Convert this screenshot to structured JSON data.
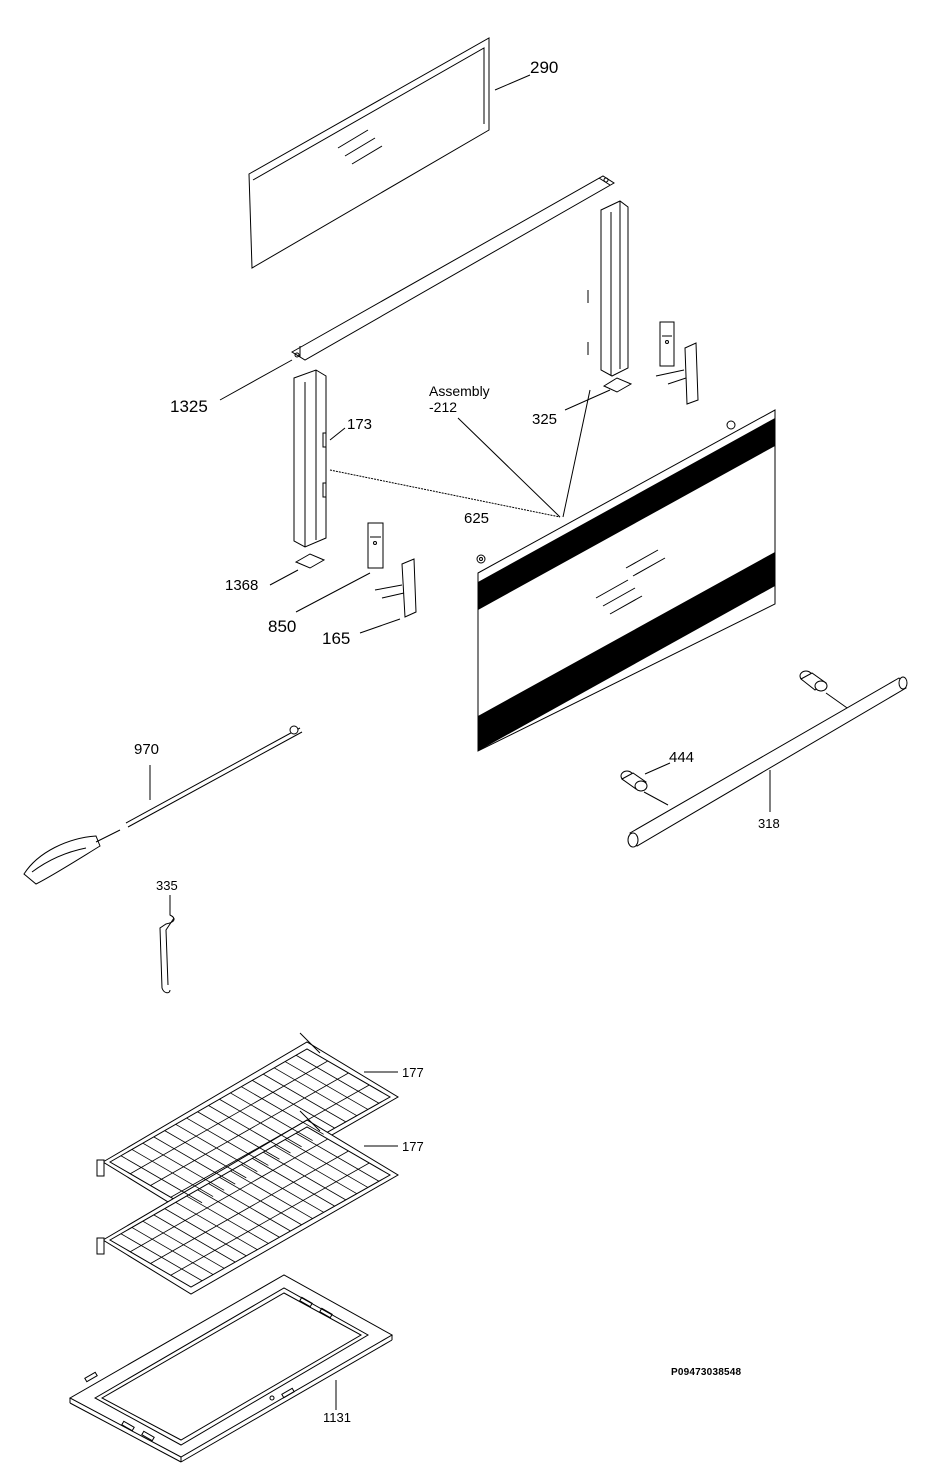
{
  "labels": {
    "p290": "290",
    "p1325": "1325",
    "p173": "173",
    "p1368": "1368",
    "p850": "850",
    "p165": "165",
    "p325": "325",
    "assembly_line1": "Assembly",
    "assembly_line2": "-212",
    "p625": "625",
    "p970": "970",
    "p444": "444",
    "p318": "318",
    "p335": "335",
    "p177a": "177",
    "p177b": "177",
    "p1131": "1131"
  },
  "drawing_code": "P09473038548"
}
